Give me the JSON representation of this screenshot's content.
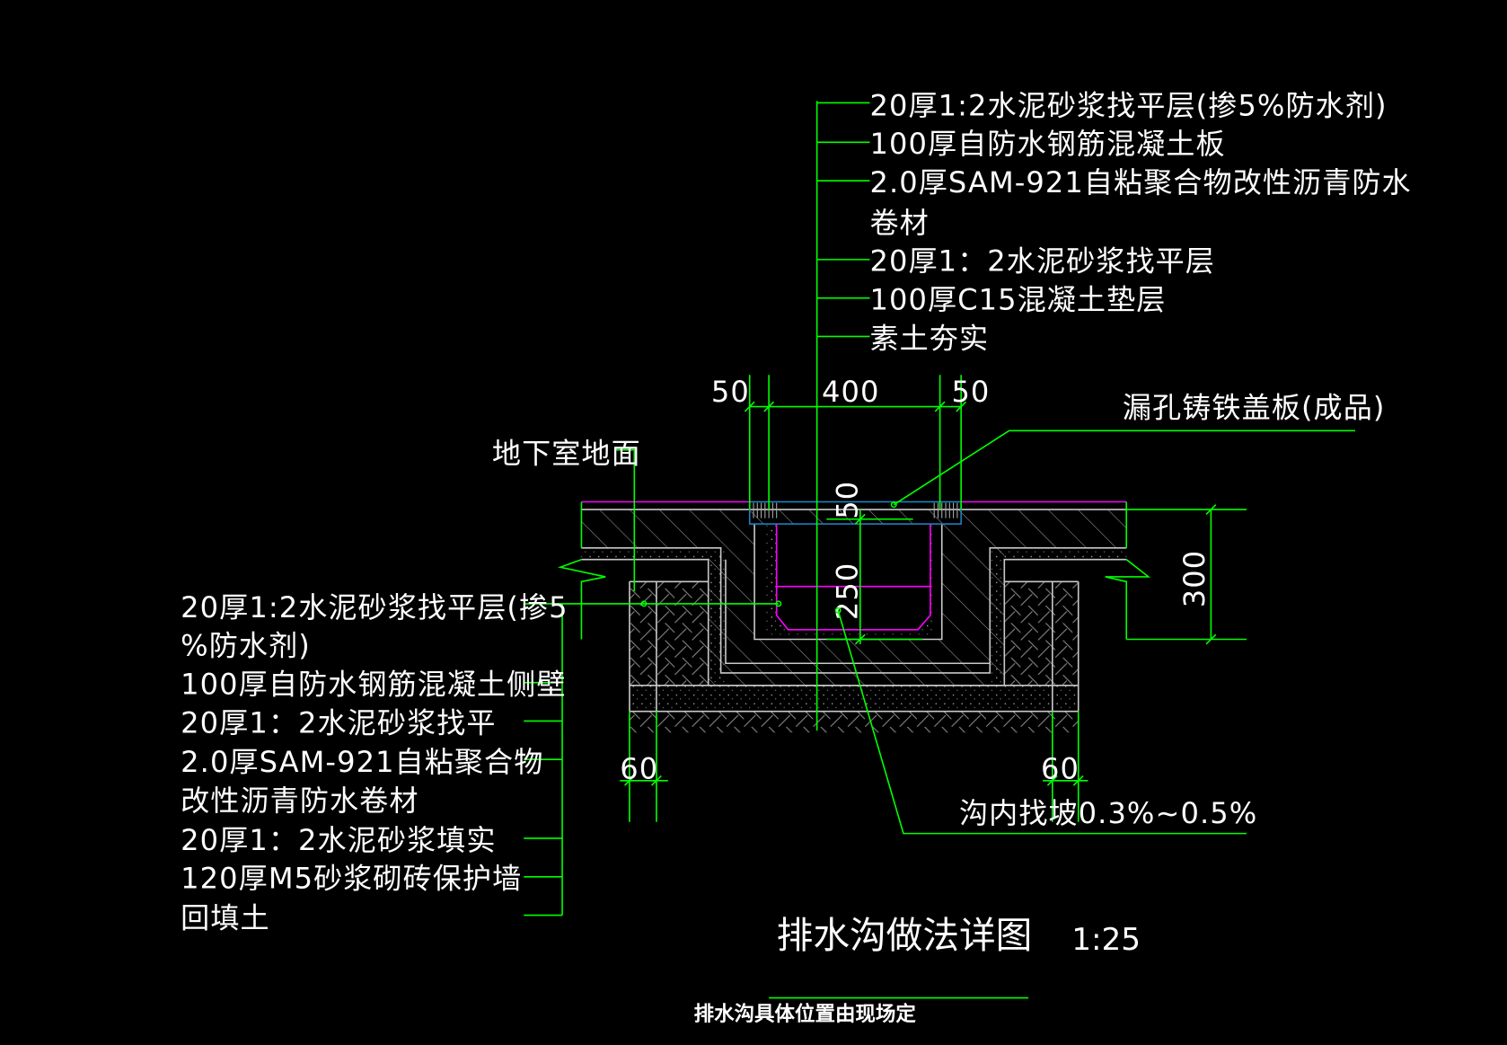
{
  "drawing": {
    "title": "排水沟做法详图",
    "scale": "1:25",
    "note": "排水沟具体位置由现场定",
    "colors": {
      "background": "#000000",
      "leader": "#00ff00",
      "outline": "#c8c8c8",
      "waterproof": "#ff00ff",
      "cover": "#1f7fbf"
    },
    "top_layers": [
      "20厚1:2水泥砂浆找平层(掺5%防水剂)",
      "100厚自防水钢筋混凝土板",
      "2.0厚SAM-921自粘聚合物改性沥青防水",
      "卷材",
      "20厚1：2水泥砂浆找平层",
      "100厚C15混凝土垫层",
      "素土夯实"
    ],
    "side_layers": [
      "20厚1:2水泥砂浆找平层(掺5",
      "%防水剂)",
      "100厚自防水钢筋混凝土侧壁",
      "20厚1：2水泥砂浆找平",
      "2.0厚SAM-921自粘聚合物",
      "改性沥青防水卷材",
      "20厚1：2水泥砂浆填实",
      "120厚M5砂浆砌砖保护墙",
      "回填土"
    ],
    "labels": {
      "floor": "地下室地面",
      "cover": "漏孔铸铁盖板(成品)",
      "slope": "沟内找坡0.3%~0.5%"
    },
    "dimensions": {
      "left_50": "50",
      "width_400": "400",
      "right_50": "50",
      "cover_50": "50",
      "depth_250": "250",
      "total_300": "300",
      "left_60": "60",
      "right_60": "60"
    }
  }
}
